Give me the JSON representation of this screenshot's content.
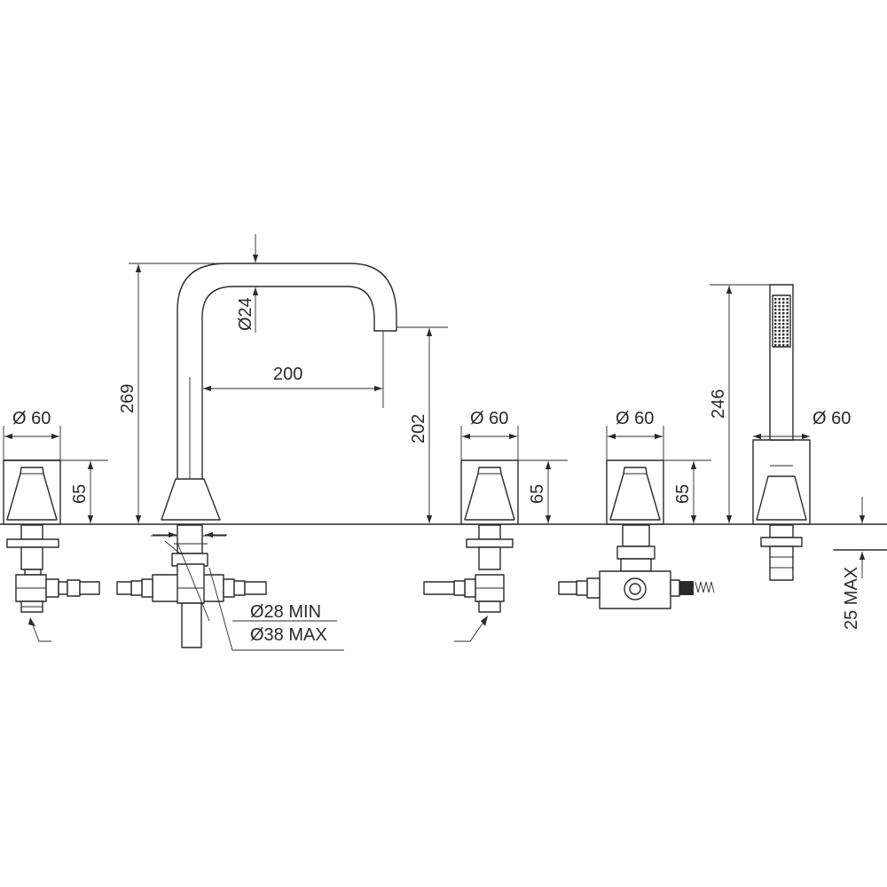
{
  "drawing": {
    "dimensions": {
      "handle_left_diameter": "Ø 60",
      "handle_left_height": "65",
      "spout_total_height": "269",
      "spout_tube_diameter": "Ø24",
      "spout_reach": "200",
      "spout_outlet_height": "202",
      "hole_min": "Ø28 MIN",
      "hole_max": "Ø38 MAX",
      "handle_middle_diameter": "Ø 60",
      "handle_middle_height": "65",
      "diverter_diameter": "Ø 60",
      "diverter_height": "65",
      "handshower_height": "246",
      "handshower_diameter": "Ø 60",
      "deck_thickness": "25 MAX"
    }
  }
}
